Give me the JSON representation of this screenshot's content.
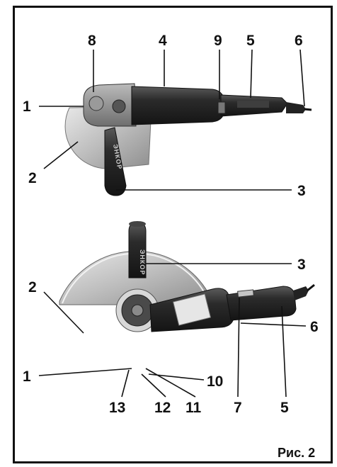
{
  "figure": {
    "caption": "Рис. 2",
    "brand_mark": "ЭНКОР"
  },
  "top_view": {
    "callouts": [
      "8",
      "4",
      "9",
      "5",
      "6",
      "1",
      "2",
      "3"
    ]
  },
  "side_view": {
    "callouts": [
      "2",
      "3",
      "6",
      "1",
      "10",
      "13",
      "12",
      "11",
      "7",
      "5"
    ]
  },
  "colors": {
    "body": "#2a2a2a",
    "guard": "#c8c8c8",
    "line": "#111111"
  }
}
